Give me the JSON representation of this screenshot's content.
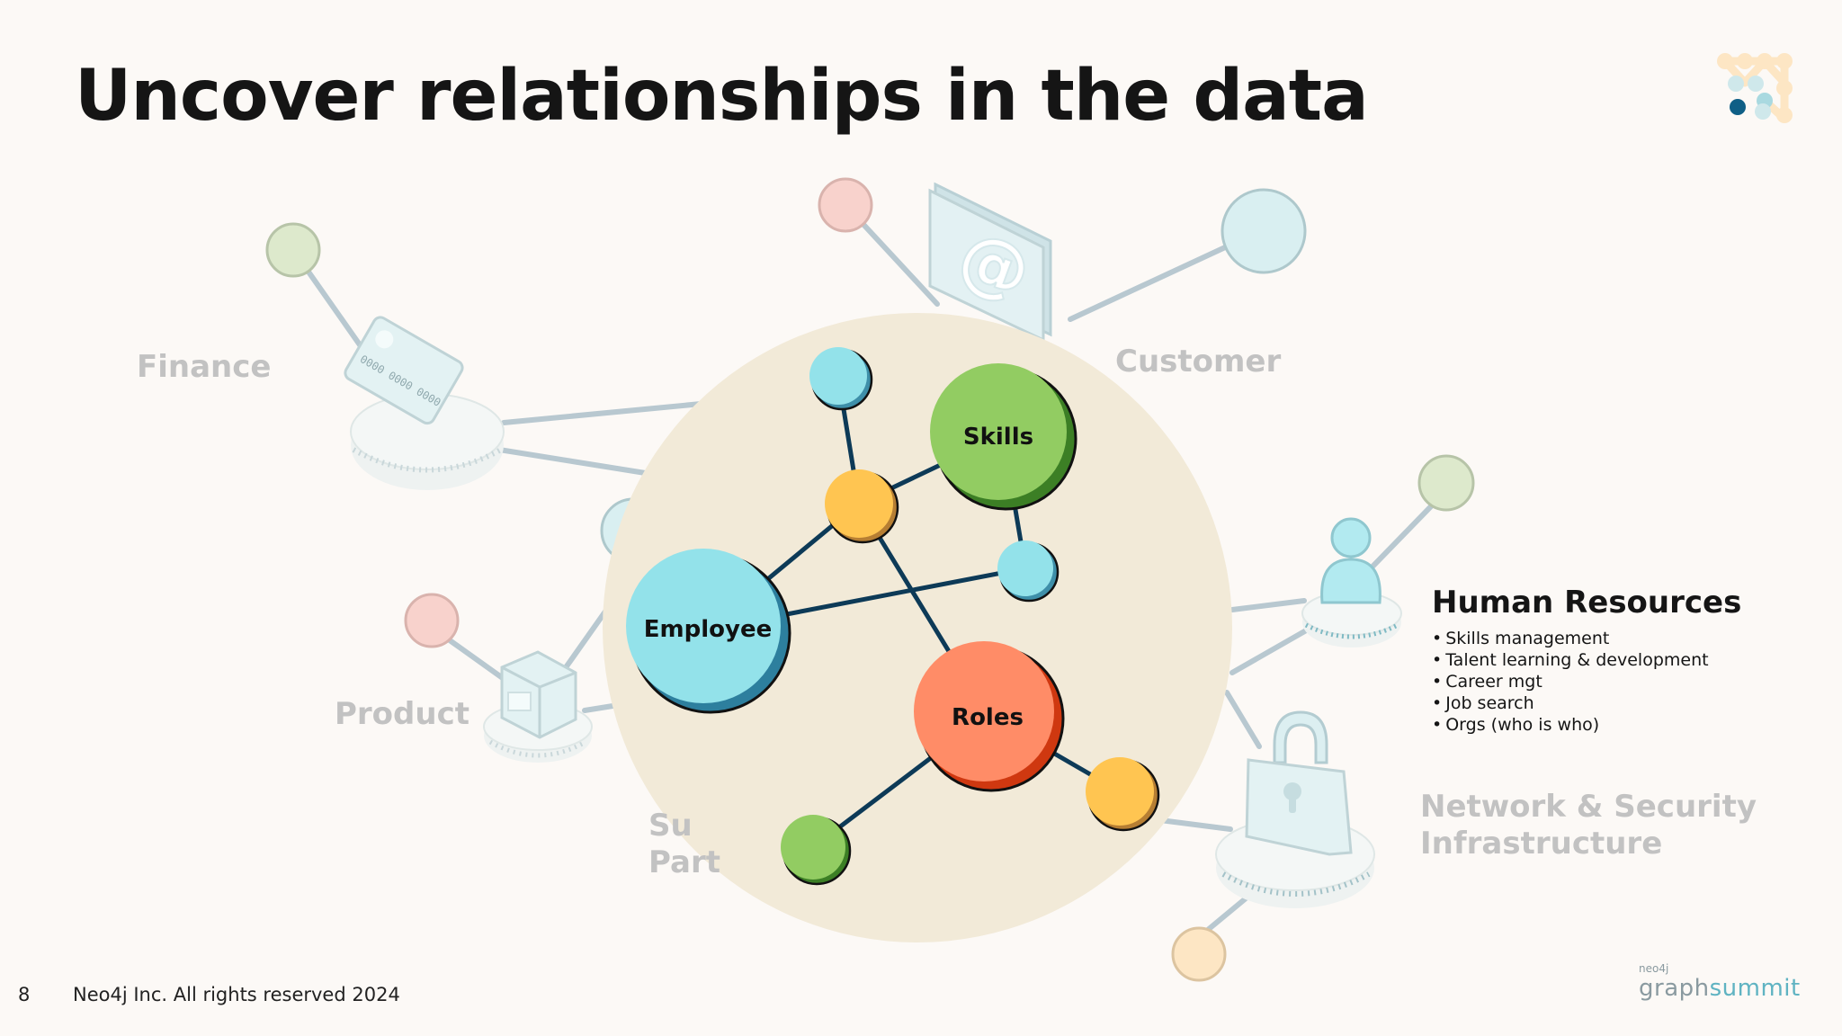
{
  "slide": {
    "title": "Uncover relationships in the data",
    "page_number": "8",
    "copyright": "Neo4j Inc. All rights reserved 2024"
  },
  "labels": {
    "finance": "Finance",
    "customer": "Customer",
    "product": "Product",
    "supply_line1": "Su",
    "supply_line2": "Part",
    "network_line1": "Network & Security",
    "network_line2": "Infrastructure"
  },
  "icons": {
    "credit_card_digits": "0000 0000 0000",
    "email_symbol": "@"
  },
  "graph": {
    "employee": "Employee",
    "skills": "Skills",
    "roles": "Roles"
  },
  "human_resources": {
    "title": "Human Resources",
    "items": [
      "Skills management",
      "Talent learning & development",
      "Career mgt",
      "Job search",
      "Orgs (who is who)"
    ]
  },
  "brand": {
    "small": "neo4j",
    "main_part1": "graph",
    "main_part2": "summit"
  },
  "colors": {
    "background": "#fcf9f6",
    "circle_bg": "#f2ead8",
    "employee": "#93e2ea",
    "skills": "#92cc62",
    "roles": "#ff8c67",
    "yellow": "#ffc551",
    "edge": "#0d3a57"
  }
}
